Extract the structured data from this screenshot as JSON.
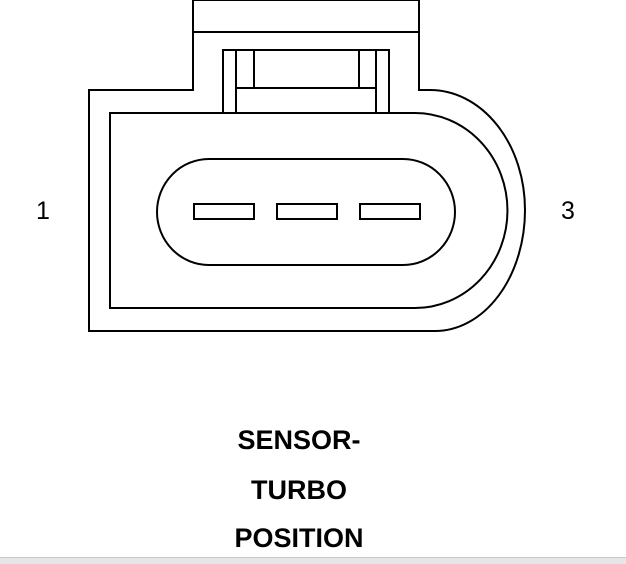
{
  "diagram": {
    "pin_labels": {
      "left": "1",
      "right": "3"
    },
    "caption": {
      "line1": "SENSOR-",
      "line2": "TURBO",
      "line3": "POSITION"
    },
    "stroke_color": "#000000",
    "background_color": "#ffffff"
  }
}
